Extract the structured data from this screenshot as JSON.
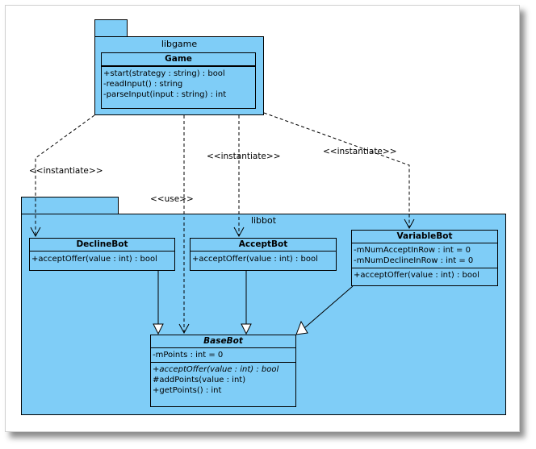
{
  "packages": {
    "libgame": {
      "name": "libgame"
    },
    "libbot": {
      "name": "libbot"
    }
  },
  "classes": {
    "game": {
      "name": "Game",
      "attributes": [],
      "operations": [
        "+start(strategy : string) : bool",
        "-readInput() : string",
        "-parseInput(input : string) : int"
      ]
    },
    "decline_bot": {
      "name": "DeclineBot",
      "operations": [
        "+acceptOffer(value : int) : bool"
      ]
    },
    "accept_bot": {
      "name": "AcceptBot",
      "operations": [
        "+acceptOffer(value : int) : bool"
      ]
    },
    "variable_bot": {
      "name": "VariableBot",
      "attributes": [
        "-mNumAcceptInRow : int = 0",
        "-mNumDeclineInRow : int = 0"
      ],
      "operations": [
        "+acceptOffer(value : int) : bool"
      ]
    },
    "base_bot": {
      "name": "BaseBot",
      "attributes": [
        "-mPoints : int = 0"
      ],
      "operations": [
        "+acceptOffer(value : int) : bool",
        "#addPoints(value : int)",
        "+getPoints() : int"
      ]
    }
  },
  "relations": {
    "instantiate_decline": "<<instantiate>>",
    "instantiate_accept": "<<instantiate>>",
    "instantiate_variable": "<<instantiate>>",
    "use_base": "<<use>>"
  },
  "colors": {
    "fill": "#7fcdf7",
    "line": "#000000"
  }
}
